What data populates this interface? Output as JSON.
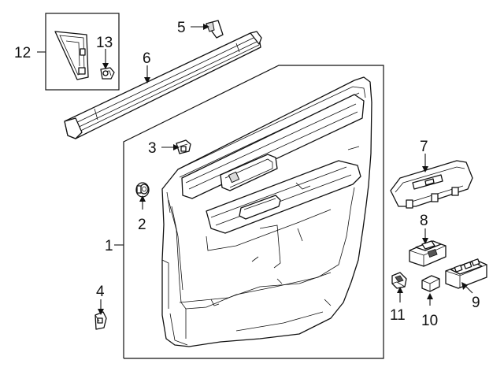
{
  "parts": [
    {
      "id": "door-trim-panel",
      "callout": "1"
    },
    {
      "id": "clip-2",
      "callout": "2"
    },
    {
      "id": "clip-3",
      "callout": "3"
    },
    {
      "id": "clip-4",
      "callout": "4"
    },
    {
      "id": "cover-5",
      "callout": "5"
    },
    {
      "id": "weatherstrip-6",
      "callout": "6"
    },
    {
      "id": "switch-bezel-7",
      "callout": "7"
    },
    {
      "id": "window-switch-8",
      "callout": "8"
    },
    {
      "id": "master-switch-9",
      "callout": "9"
    },
    {
      "id": "lock-switch-10",
      "callout": "10"
    },
    {
      "id": "clip-11",
      "callout": "11"
    },
    {
      "id": "garnish-12",
      "callout": "12"
    },
    {
      "id": "clip-13",
      "callout": "13"
    }
  ]
}
